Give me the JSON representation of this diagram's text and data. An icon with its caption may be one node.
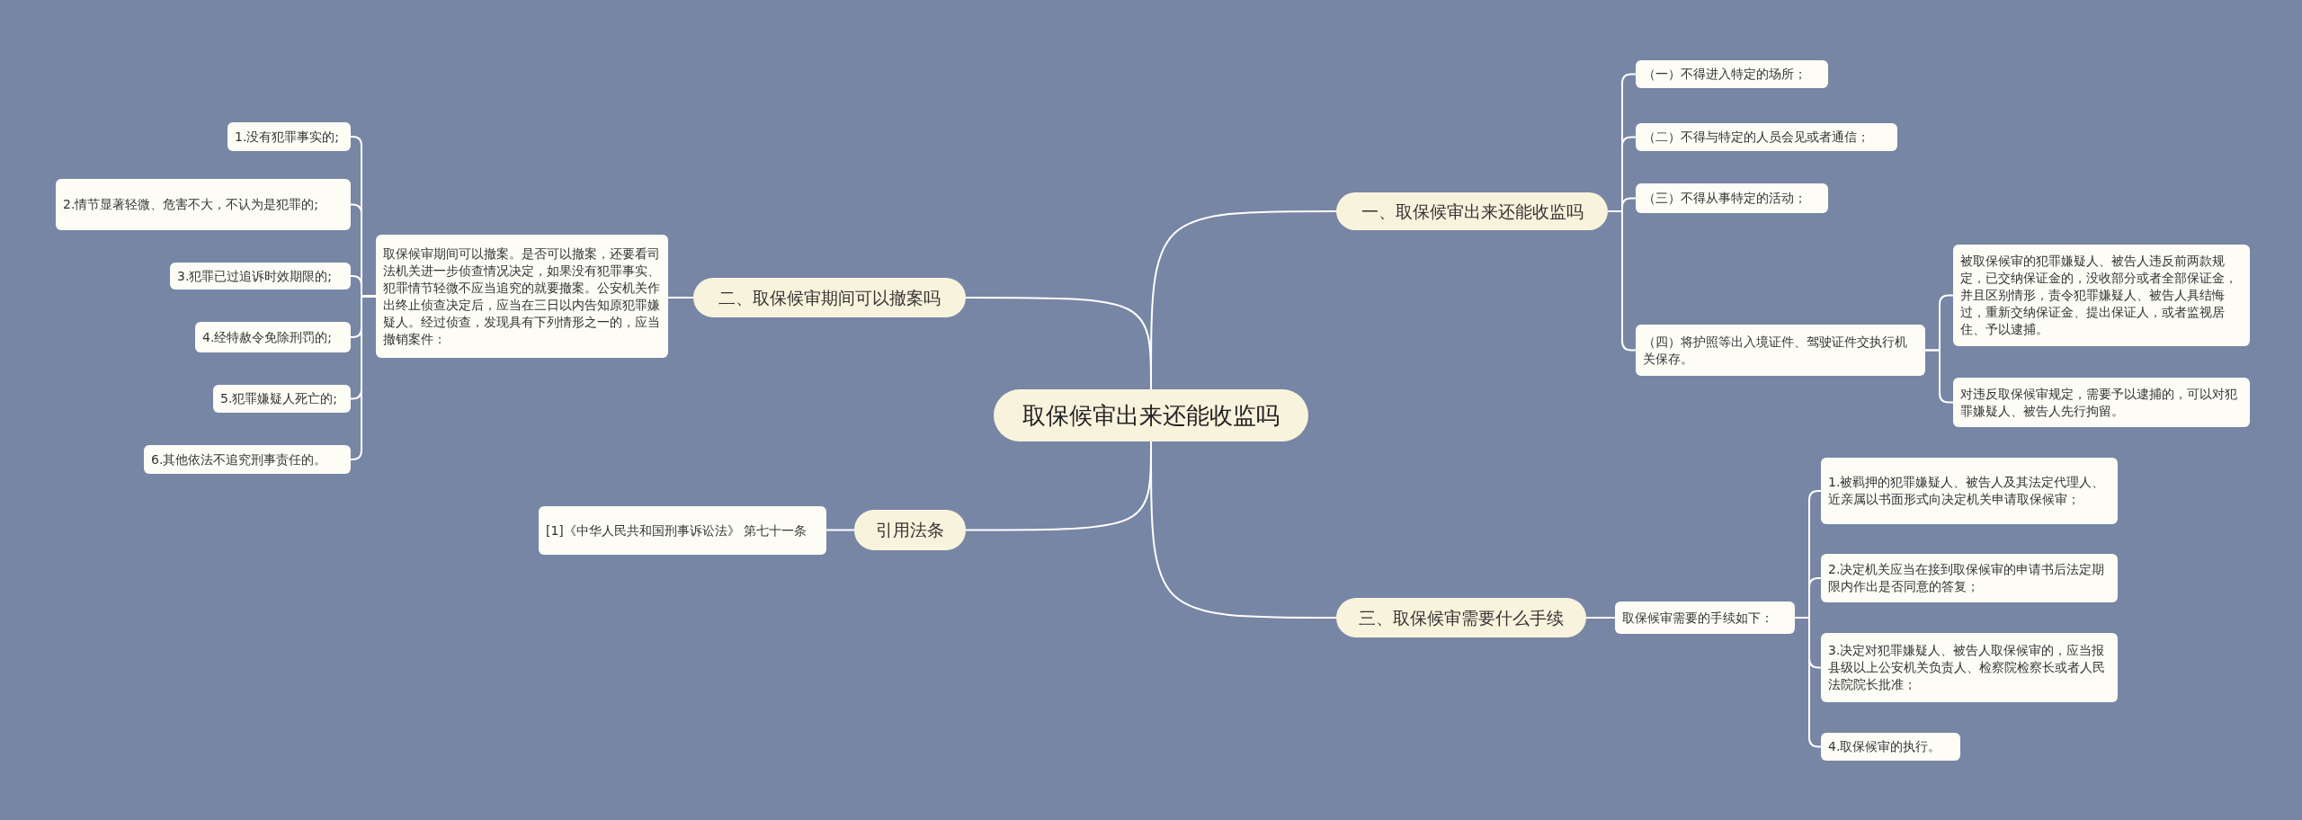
{
  "diagram": {
    "nodes": [
      {
        "text": [
          "取保候审出来还能收监吗"
        ]
      },
      {
        "text": [
          "一、取保候审出来还能收监吗"
        ]
      },
      {
        "text": [
          "（一）不得进入特定的场所；"
        ]
      },
      {
        "text": [
          "（二）不得与特定的人员会见或者通信；"
        ]
      },
      {
        "text": [
          "（三）不得从事特定的活动；"
        ]
      },
      {
        "text": [
          "（四）将护照等出入境证件、驾驶证件交执行机关保存。"
        ]
      },
      {
        "text": [
          "被取保候审的犯罪嫌疑人、被告人违反前两款规定，已交纳保证金的，没收部分或者全部保证金，并且区别情形，责令犯罪嫌疑人、被告人具结悔过，重新交纳保证金、提出保证人，或者监视居住、予以逮捕。"
        ]
      },
      {
        "text": [
          "对违反取保候审规定，需要予以逮捕的，可以对犯罪嫌疑人、被告人先行拘留。"
        ]
      },
      {
        "text": [
          "三、取保候审需要什么手续"
        ]
      },
      {
        "text": [
          "取保候审需要的手续如下："
        ]
      },
      {
        "text": [
          "1.被羁押的犯罪嫌疑人、被告人及其法定代理人、近亲属以书面形式向决定机关申请取保候审；"
        ]
      },
      {
        "text": [
          "2.决定机关应当在接到取保候审的申请书后法定期限内作出是否同意的答复；"
        ]
      },
      {
        "text": [
          "3.决定对犯罪嫌疑人、被告人取保候审的，应当报县级以上公安机关负责人、检察院检察长或者人民法院院长批准；"
        ]
      },
      {
        "text": [
          "4.取保候审的执行。"
        ]
      },
      {
        "text": [
          "二、取保候审期间可以撤案吗"
        ]
      },
      {
        "text": [
          "取保候审期间可以撤案。是否可以撤案，还要看司法机关进一步侦查情况决定，如果没有犯罪事实、犯罪情节轻微不应当追究的就要撤案。公安机关作出终止侦查决定后，应当在三日以内告知原犯罪嫌疑人。经过侦查，发现具有下列情形之一的，应当撤销案件："
        ]
      },
      {
        "text": [
          "1.没有犯罪事实的;"
        ]
      },
      {
        "text": [
          "2.情节显著轻微、危害不大，不认为是犯罪的;"
        ]
      },
      {
        "text": [
          "3.犯罪已过追诉时效期限的;"
        ]
      },
      {
        "text": [
          "4.经特赦令免除刑罚的;"
        ]
      },
      {
        "text": [
          "5.犯罪嫌疑人死亡的;"
        ]
      },
      {
        "text": [
          "6.其他依法不追究刑事责任的。"
        ]
      },
      {
        "text": [
          "引用法条"
        ]
      },
      {
        "text": [
          "[1]《中华人民共和国刑事诉讼法》 第七十一条"
        ]
      }
    ],
    "edges": [
      {
        "from": 0,
        "to": 1,
        "arrow": "none"
      },
      {
        "from": 1,
        "to": 2,
        "arrow": "none"
      },
      {
        "from": 1,
        "to": 3,
        "arrow": "none"
      },
      {
        "from": 1,
        "to": 4,
        "arrow": "none"
      },
      {
        "from": 1,
        "to": 5,
        "arrow": "none"
      },
      {
        "from": 5,
        "to": 6,
        "arrow": "none"
      },
      {
        "from": 5,
        "to": 7,
        "arrow": "none"
      },
      {
        "from": 0,
        "to": 8,
        "arrow": "none"
      },
      {
        "from": 8,
        "to": 9,
        "arrow": "none"
      },
      {
        "from": 9,
        "to": 10,
        "arrow": "none"
      },
      {
        "from": 9,
        "to": 11,
        "arrow": "none"
      },
      {
        "from": 9,
        "to": 12,
        "arrow": "none"
      },
      {
        "from": 9,
        "to": 13,
        "arrow": "none"
      },
      {
        "from": 0,
        "to": 14,
        "arrow": "none"
      },
      {
        "from": 14,
        "to": 15,
        "arrow": "none"
      },
      {
        "from": 15,
        "to": 16,
        "arrow": "none"
      },
      {
        "from": 15,
        "to": 17,
        "arrow": "none"
      },
      {
        "from": 15,
        "to": 18,
        "arrow": "none"
      },
      {
        "from": 15,
        "to": 19,
        "arrow": "none"
      },
      {
        "from": 15,
        "to": 20,
        "arrow": "none"
      },
      {
        "from": 15,
        "to": 21,
        "arrow": "none"
      },
      {
        "from": 0,
        "to": 22,
        "arrow": "none"
      },
      {
        "from": 22,
        "to": 23,
        "arrow": "none"
      }
    ]
  }
}
